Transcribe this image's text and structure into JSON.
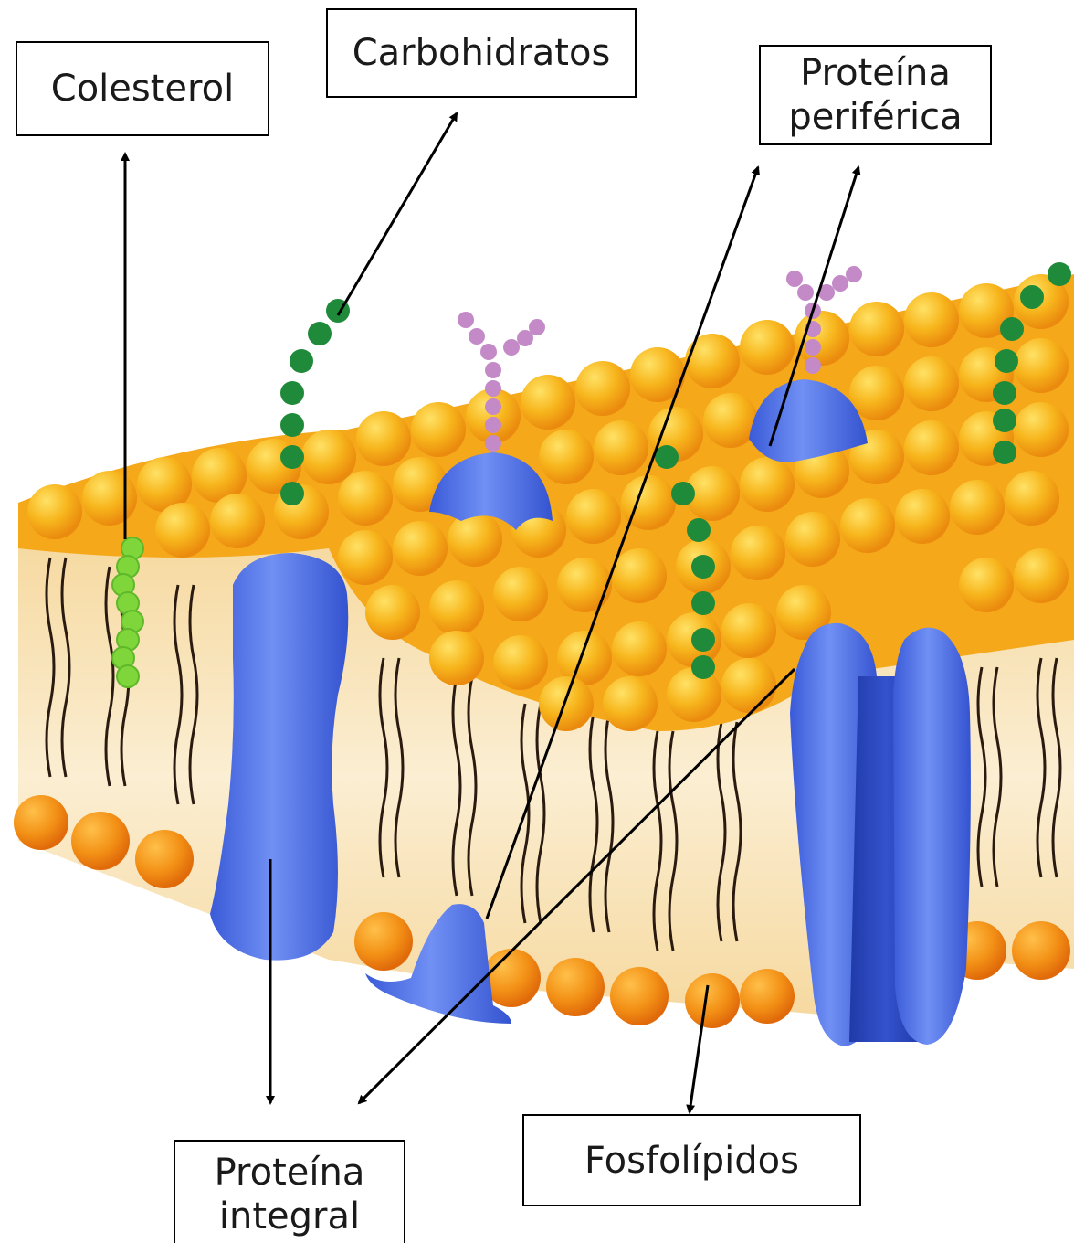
{
  "diagram": {
    "labels": {
      "colesterol": "Colesterol",
      "carbohidratos": "Carbohidratos",
      "proteina_periferica_line1": "Proteína",
      "proteina_periferica_line2": "periférica",
      "proteina_integral_line1": "Proteína",
      "proteina_integral_line2": "integral",
      "fosfolipidos": "Fosfolípidos"
    },
    "colors": {
      "phospholipid_head": "#f7b51c",
      "phospholipid_head_dark": "#f08a14",
      "tail_line": "#2a1a10",
      "tail_fill": "#f8e3b8",
      "protein": "#5a78e8",
      "protein_dark": "#2f4fc8",
      "carbohydrate_chain": "#1f8a3a",
      "glycoprotein_chain": "#c48ac8",
      "cholesterol": "#7ed63a",
      "arrow": "#000000"
    }
  }
}
